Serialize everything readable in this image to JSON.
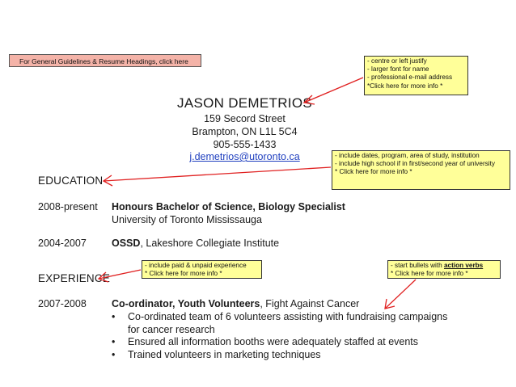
{
  "guidelines_link": "For General Guidelines & Resume Headings, click here",
  "notes": {
    "name_tips": [
      "- centre or left justify",
      "- larger font for name",
      "- professional e-mail address",
      "*Click here for more info *"
    ],
    "education_tips": [
      "- include dates, program, area of study, institution",
      "- include high school if in first/second year of university",
      "* Click here for more info *"
    ],
    "experience_tips": [
      "- include paid & unpaid experience",
      "* Click here for more info *"
    ],
    "bullet_tips": {
      "prefix": "- start bullets with ",
      "emphasis": "action verbs",
      "more": "* Click here for more info *"
    }
  },
  "contact": {
    "name": "JASON  DEMETRIOS",
    "street": "159 Secord Street",
    "city": "Brampton, ON   L1L 5C4",
    "phone": "905-555-1433",
    "email": "j.demetrios@utoronto.ca"
  },
  "education": {
    "heading": "EDUCATION",
    "entries": [
      {
        "date": "2008-present",
        "title": "Honours Bachelor of Science, Biology Specialist",
        "institution": "University of Toronto Mississauga"
      },
      {
        "date": "2004-2007",
        "title_bold": "OSSD",
        "title_rest": ", Lakeshore Collegiate Institute"
      }
    ]
  },
  "experience": {
    "heading": "EXPERIENCE",
    "entries": [
      {
        "date": "2007-2008",
        "title_bold": "Co-ordinator, Youth Volunteers",
        "title_rest": ", Fight Against Cancer",
        "bullets": [
          "Co-ordinated team of 6 volunteers assisting with fundraising campaigns for cancer research",
          "Ensured all information booths were adequately staffed at events",
          "Trained volunteers in marketing techniques"
        ]
      }
    ]
  },
  "colors": {
    "link_bar": "#f4b3a8",
    "note": "#ffff99",
    "arrow": "#e02020",
    "email": "#1f3fbf"
  }
}
